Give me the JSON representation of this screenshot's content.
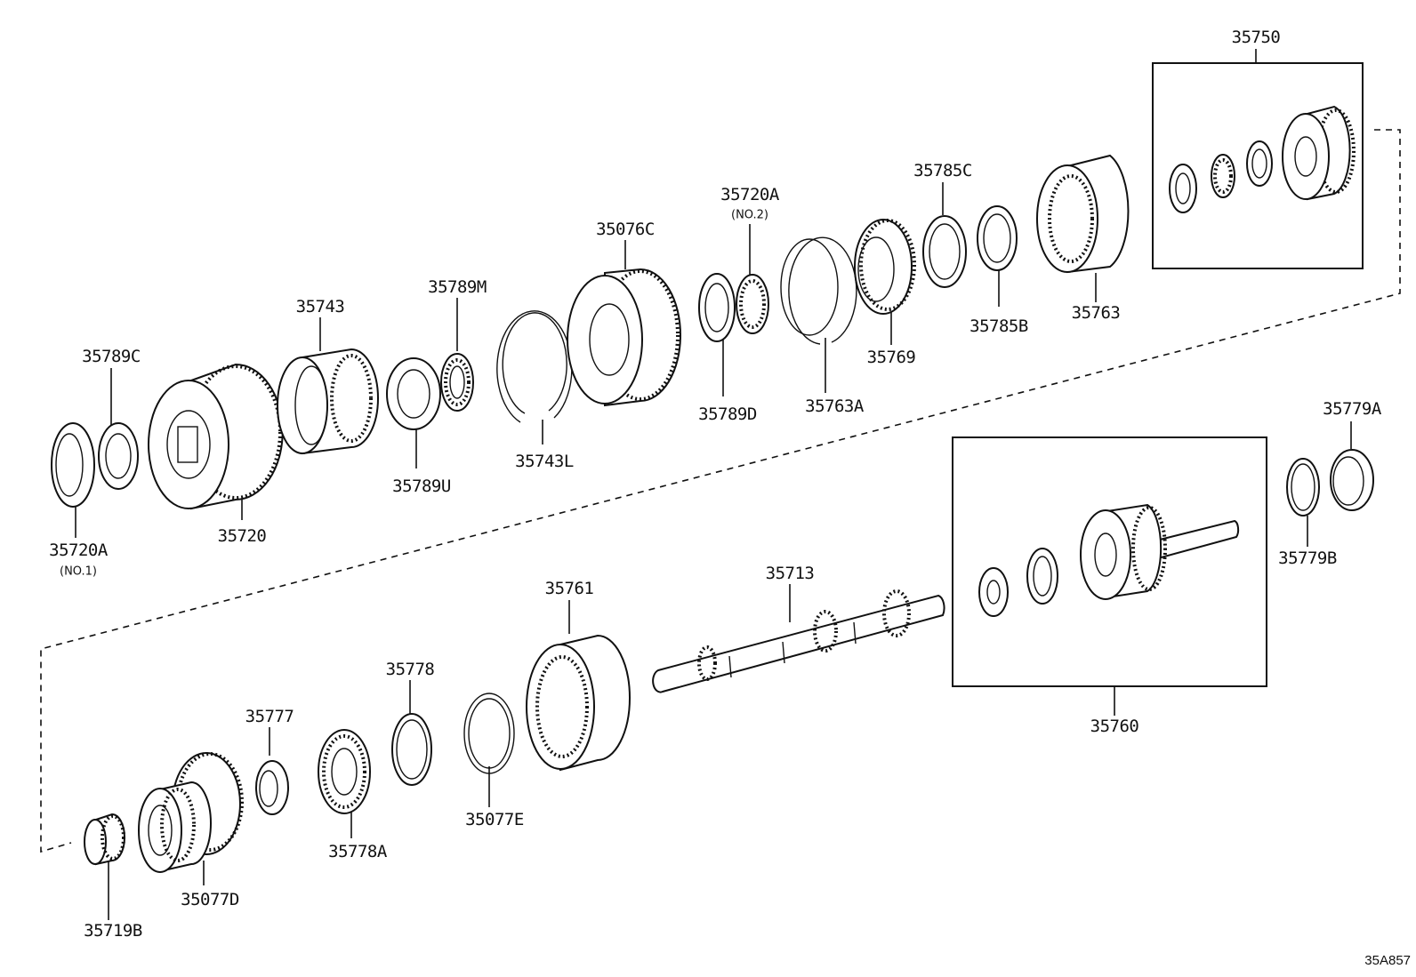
{
  "diagram": {
    "code": "35A857",
    "labels": [
      {
        "id": "35750",
        "text": "35750"
      },
      {
        "id": "35785C",
        "text": "35785C"
      },
      {
        "id": "35720A-no2",
        "text": "35720A",
        "sub": "(NO.2)"
      },
      {
        "id": "35076C",
        "text": "35076C"
      },
      {
        "id": "35789M",
        "text": "35789M"
      },
      {
        "id": "35743",
        "text": "35743"
      },
      {
        "id": "35789C",
        "text": "35789C"
      },
      {
        "id": "35763",
        "text": "35763"
      },
      {
        "id": "35785B",
        "text": "35785B"
      },
      {
        "id": "35769",
        "text": "35769"
      },
      {
        "id": "35763A",
        "text": "35763A"
      },
      {
        "id": "35789D",
        "text": "35789D"
      },
      {
        "id": "35743L",
        "text": "35743L"
      },
      {
        "id": "35789U",
        "text": "35789U"
      },
      {
        "id": "35720",
        "text": "35720"
      },
      {
        "id": "35720A-no1",
        "text": "35720A",
        "sub": "(NO.1)"
      },
      {
        "id": "35779A",
        "text": "35779A"
      },
      {
        "id": "35779B",
        "text": "35779B"
      },
      {
        "id": "35713",
        "text": "35713"
      },
      {
        "id": "35761",
        "text": "35761"
      },
      {
        "id": "35760",
        "text": "35760"
      },
      {
        "id": "35778",
        "text": "35778"
      },
      {
        "id": "35777",
        "text": "35777"
      },
      {
        "id": "35077E",
        "text": "35077E"
      },
      {
        "id": "35778A",
        "text": "35778A"
      },
      {
        "id": "35077D",
        "text": "35077D"
      },
      {
        "id": "35719B",
        "text": "35719B"
      }
    ]
  }
}
